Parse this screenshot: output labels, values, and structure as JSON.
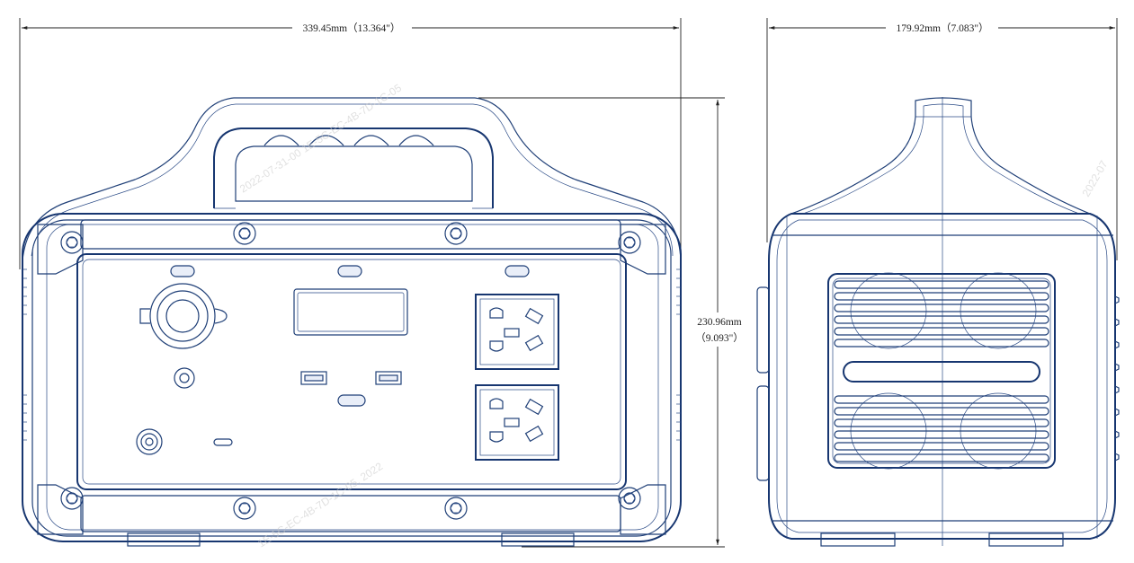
{
  "dimensions": {
    "width_label": "339.45mm（13.364\"）",
    "height_label_mm": "230.96mm",
    "height_label_in": "（9.093\"）",
    "depth_label": "179.92mm（7.083\"）"
  },
  "views": {
    "front": "front-view",
    "side": "side-view"
  },
  "watermarks": [
    "2022-07-31-00 1E-5C-EC-4B-7D-1C-05",
    "2022-07",
    "1E-5C-EC-4B-7D-1C-05, 2022"
  ]
}
